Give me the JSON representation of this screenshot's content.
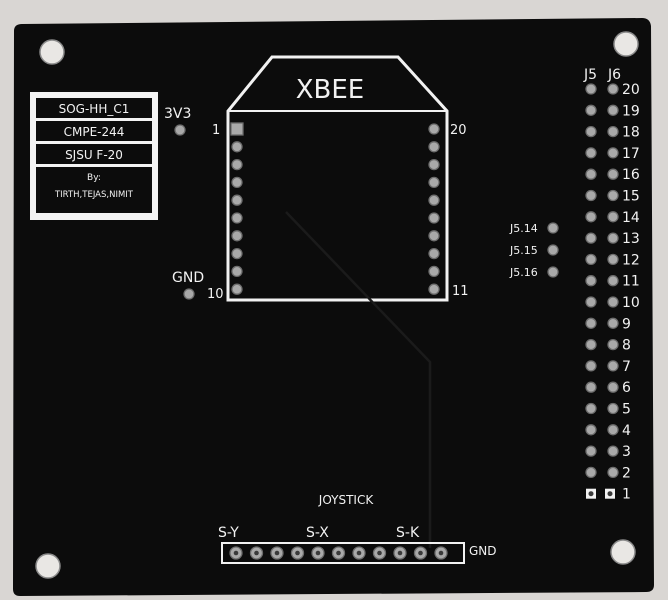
{
  "board": {
    "label_box": {
      "line1": "SOG-HH_C1",
      "line2": "CMPE-244",
      "line3": "SJSU F-20",
      "by_label": "By:",
      "authors": "TIRTH,TEJAS,NIMIT"
    },
    "xbee": {
      "title": "XBEE",
      "pin_1": "1",
      "pin_10": "10",
      "pin_11": "11",
      "pin_20": "20"
    },
    "power": {
      "v33": "3V3",
      "gnd": "GND"
    },
    "j5_pins": [
      "J5.14",
      "J5.15",
      "J5.16"
    ],
    "headers": {
      "j5": "J5",
      "j6": "J6",
      "numbers": [
        "20",
        "19",
        "18",
        "17",
        "16",
        "15",
        "14",
        "13",
        "12",
        "11",
        "10",
        "9",
        "8",
        "7",
        "6",
        "5",
        "4",
        "3",
        "2",
        "1"
      ]
    },
    "joystick": {
      "title": "JOYSTICK",
      "sy": "S-Y",
      "sx": "S-X",
      "sk": "S-K",
      "gnd": "GND"
    }
  },
  "colors": {
    "pcb": "#0c0c0c",
    "silkscreen": "#f2f2f2",
    "pad": "#a9a9a9",
    "background": "#d9d6d3"
  }
}
